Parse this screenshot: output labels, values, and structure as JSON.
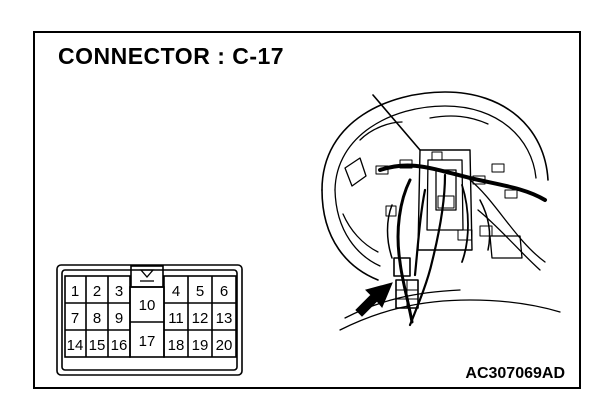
{
  "title": "CONNECTOR : C-17",
  "figure_code": "AC307069AD",
  "connector": {
    "left_block": [
      [
        "1",
        "2",
        "3"
      ],
      [
        "7",
        "8",
        "9"
      ],
      [
        "14",
        "15",
        "16"
      ]
    ],
    "center_top": "10",
    "center_bottom": "17",
    "right_block": [
      [
        "4",
        "5",
        "6"
      ],
      [
        "11",
        "12",
        "13"
      ],
      [
        "18",
        "19",
        "20"
      ]
    ]
  }
}
